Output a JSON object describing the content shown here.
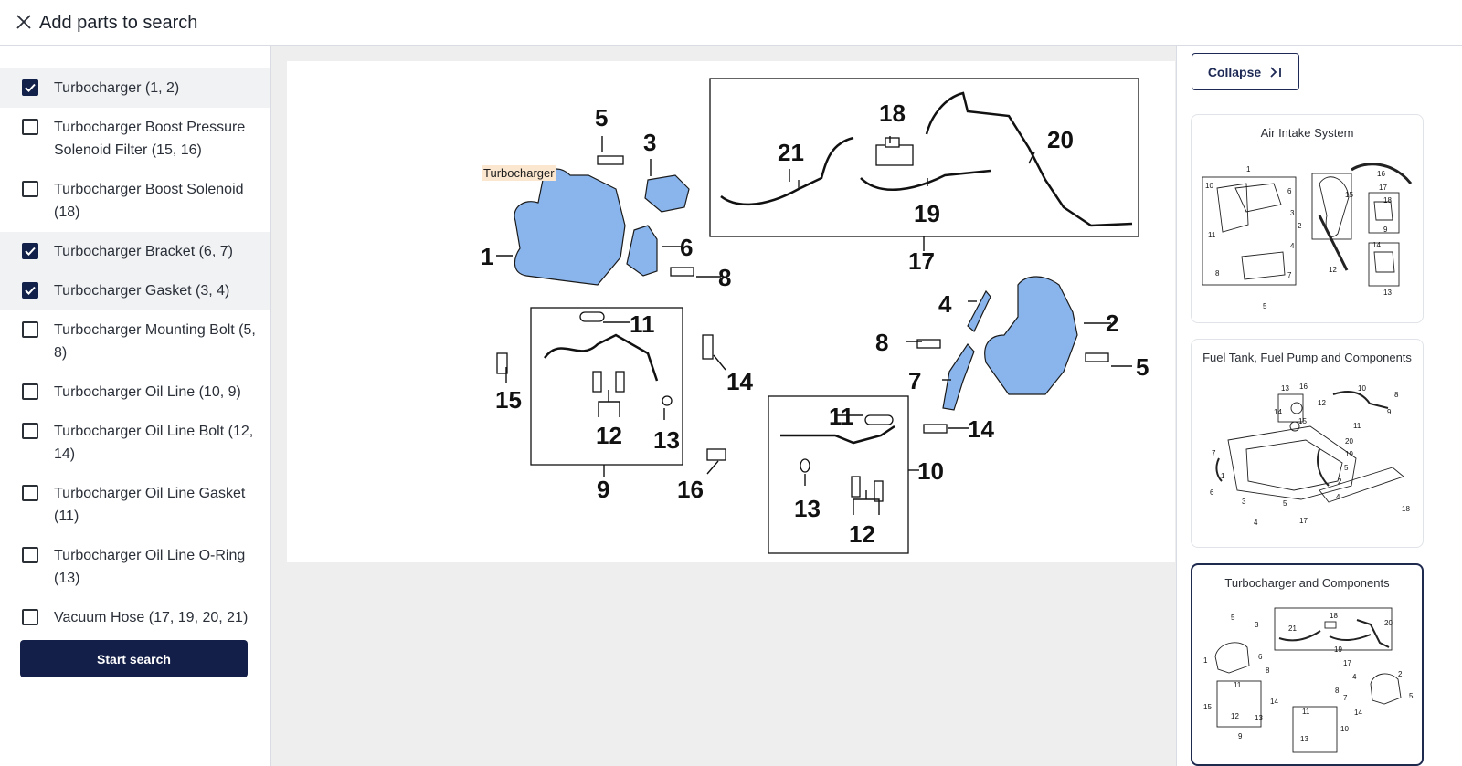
{
  "header": {
    "title": "Add parts to search"
  },
  "parts": [
    {
      "label": "Turbocharger (1, 2)",
      "checked": true
    },
    {
      "label": "Turbocharger Boost Pressure Solenoid Filter (15, 16)",
      "checked": false
    },
    {
      "label": "Turbocharger Boost Solenoid (18)",
      "checked": false
    },
    {
      "label": "Turbocharger Bracket (6, 7)",
      "checked": true
    },
    {
      "label": "Turbocharger Gasket (3, 4)",
      "checked": true
    },
    {
      "label": "Turbocharger Mounting Bolt (5, 8)",
      "checked": false
    },
    {
      "label": "Turbocharger Oil Line (10, 9)",
      "checked": false
    },
    {
      "label": "Turbocharger Oil Line Bolt (12, 14)",
      "checked": false
    },
    {
      "label": "Turbocharger Oil Line Gasket (11)",
      "checked": false
    },
    {
      "label": "Turbocharger Oil Line O-Ring (13)",
      "checked": false
    },
    {
      "label": "Vacuum Hose (17, 19, 20, 21)",
      "checked": false
    }
  ],
  "search": {
    "start_label": "Start search"
  },
  "diagram": {
    "tooltip": "Turbocharger",
    "callouts": {
      "n1": "1",
      "n2": "2",
      "n3": "3",
      "n4": "4",
      "n5a": "5",
      "n5b": "5",
      "n6": "6",
      "n7": "7",
      "n8a": "8",
      "n8b": "8",
      "n9": "9",
      "n10": "10",
      "n11a": "11",
      "n11b": "11",
      "n12a": "12",
      "n12b": "12",
      "n13a": "13",
      "n13b": "13",
      "n14a": "14",
      "n14b": "14",
      "n15": "15",
      "n16": "16",
      "n17": "17",
      "n18": "18",
      "n19": "19",
      "n20": "20",
      "n21": "21"
    },
    "highlight_color": "#89b5ec"
  },
  "rightpanel": {
    "collapse_label": "Collapse",
    "thumbnails": [
      {
        "title": "Air Intake System",
        "selected": false
      },
      {
        "title": "Fuel Tank, Fuel Pump and Components",
        "selected": false
      },
      {
        "title": "Turbocharger and Components",
        "selected": true
      }
    ]
  },
  "colors": {
    "primary": "#131f48",
    "highlight": "#89b5ec",
    "tooltip_bg": "#fbe6cf"
  }
}
